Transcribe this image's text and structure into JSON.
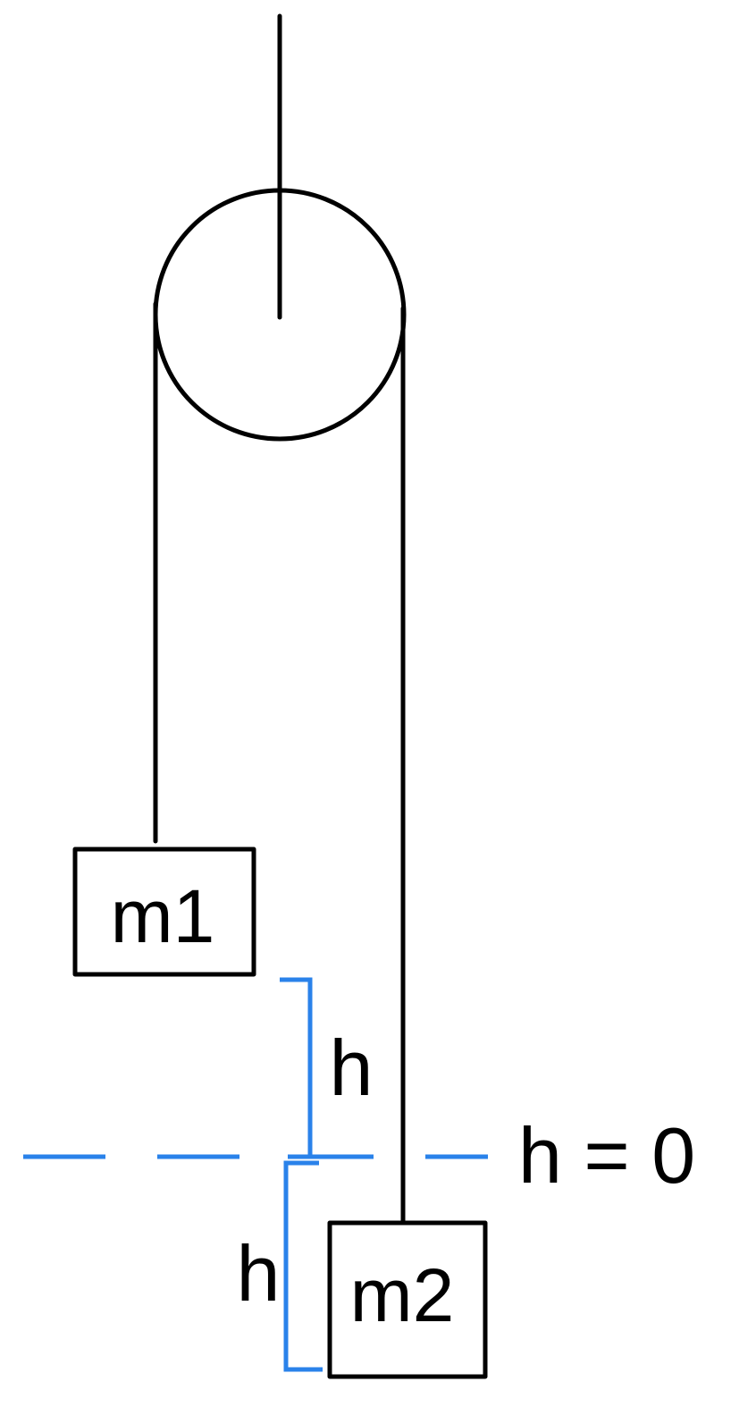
{
  "labels": {
    "mass_1": "m1",
    "mass_2": "m2",
    "height_upper": "h",
    "height_lower": "h",
    "reference_level": "h = 0"
  },
  "colors": {
    "line": "#000000",
    "reference_marks": "#2a82ea",
    "background": "#ffffff"
  }
}
